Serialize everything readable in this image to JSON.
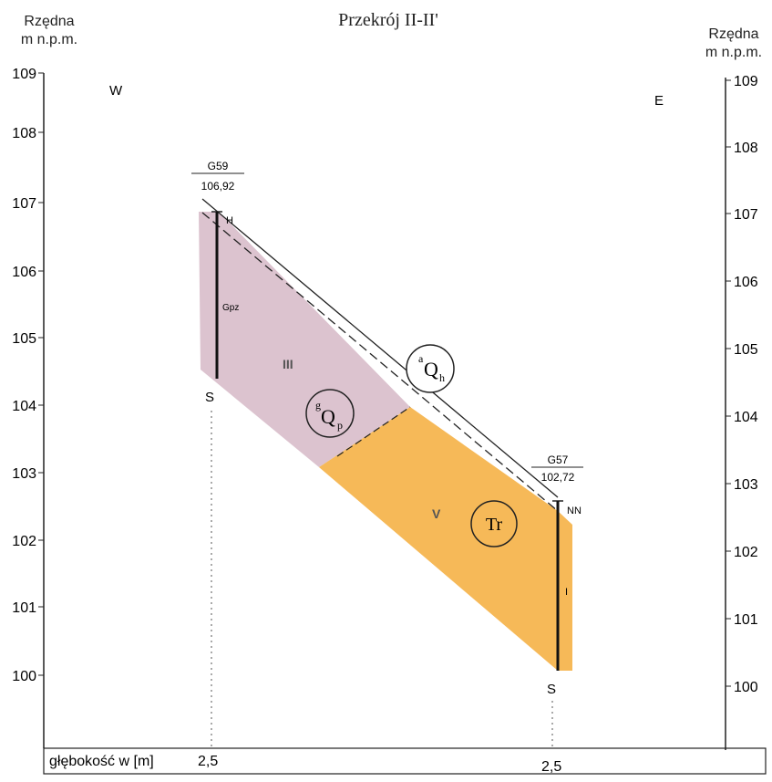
{
  "title": "Przekrój II-II'",
  "left_axis": {
    "label_line1": "Rzędna",
    "label_line2": "m n.p.m."
  },
  "right_axis": {
    "label_line1": "Rzędna",
    "label_line2": "m n.p.m."
  },
  "ticks": [
    "109",
    "108",
    "107",
    "106",
    "105",
    "104",
    "103",
    "102",
    "101",
    "100"
  ],
  "orientation": {
    "west": "W",
    "east": "E"
  },
  "boreholes": [
    {
      "id": "G59",
      "elevation": "106,92",
      "top_code": "H",
      "layer_code": "Gpz",
      "bottom_code": "S",
      "depth": "2,5"
    },
    {
      "id": "G57",
      "elevation": "102,72",
      "top_code": "NN",
      "layer_code": "I",
      "bottom_code": "S",
      "depth": "2,5"
    }
  ],
  "layers": {
    "III": "III",
    "V": "V"
  },
  "stratigraphy": {
    "aQh": {
      "sup": "a",
      "main": "Q",
      "sub": "h"
    },
    "gQp": {
      "sup": "g",
      "main": "Q",
      "sub": "p"
    },
    "Tr": {
      "main": "Tr"
    }
  },
  "depth_row": {
    "label": "głębokość w [m]"
  },
  "colors": {
    "pink": "#dcc3cf",
    "orange": "#f6b958",
    "line": "#1a1a1a"
  }
}
